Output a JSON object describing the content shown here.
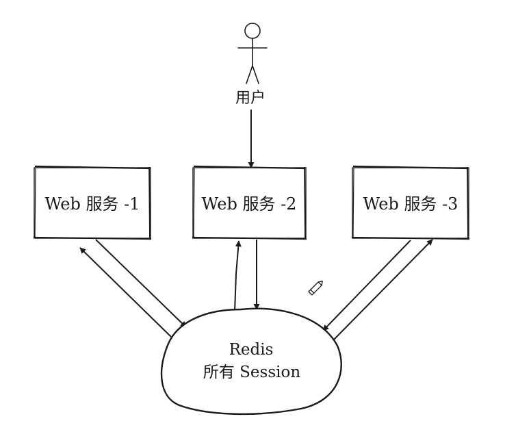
{
  "diagram": {
    "user": {
      "label": "用户"
    },
    "services": [
      {
        "id": "web1",
        "label": "Web 服务 -1"
      },
      {
        "id": "web2",
        "label": "Web 服务 -2"
      },
      {
        "id": "web3",
        "label": "Web 服务 -3"
      }
    ],
    "store": {
      "title": "Redis",
      "subtitle": "所有 Session"
    },
    "connections": [
      {
        "from": "user",
        "to": "web2",
        "direction": "to"
      },
      {
        "from": "web1",
        "to": "store",
        "direction": "both"
      },
      {
        "from": "web2",
        "to": "store",
        "direction": "both"
      },
      {
        "from": "web3",
        "to": "store",
        "direction": "both"
      }
    ],
    "icons": {
      "cursor": "pencil-icon"
    },
    "colors": {
      "stroke": "#1a1a1a",
      "background": "#ffffff"
    }
  }
}
